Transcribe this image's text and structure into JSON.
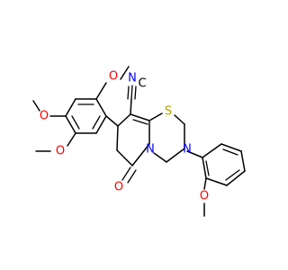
{
  "colors": {
    "bond": "#000000",
    "carbon": "#000000",
    "nitrogen": "#0000ff",
    "oxygen": "#ff0000",
    "sulfur": "#b8a000"
  },
  "atoms": [
    {
      "id": "o_meo1",
      "symbol": "O",
      "role": "methoxy-oxygen"
    },
    {
      "id": "o_meo2",
      "symbol": "O",
      "role": "methoxy-oxygen"
    },
    {
      "id": "o_meo3",
      "symbol": "O",
      "role": "methoxy-oxygen"
    },
    {
      "id": "o_meo4",
      "symbol": "O",
      "role": "methoxy-oxygen"
    },
    {
      "id": "o_carbonyl",
      "symbol": "O",
      "role": "carbonyl-oxygen"
    },
    {
      "id": "n_nitrile",
      "symbol": "N",
      "role": "nitrile-nitrogen"
    },
    {
      "id": "c_nitrile",
      "symbol": "C",
      "role": "nitrile-carbon"
    },
    {
      "id": "n_ring_a",
      "symbol": "N",
      "role": "ring-nitrogen"
    },
    {
      "id": "n_ring_b",
      "symbol": "N",
      "role": "ring-nitrogen"
    },
    {
      "id": "s_ring",
      "symbol": "S",
      "role": "ring-sulfur"
    }
  ]
}
